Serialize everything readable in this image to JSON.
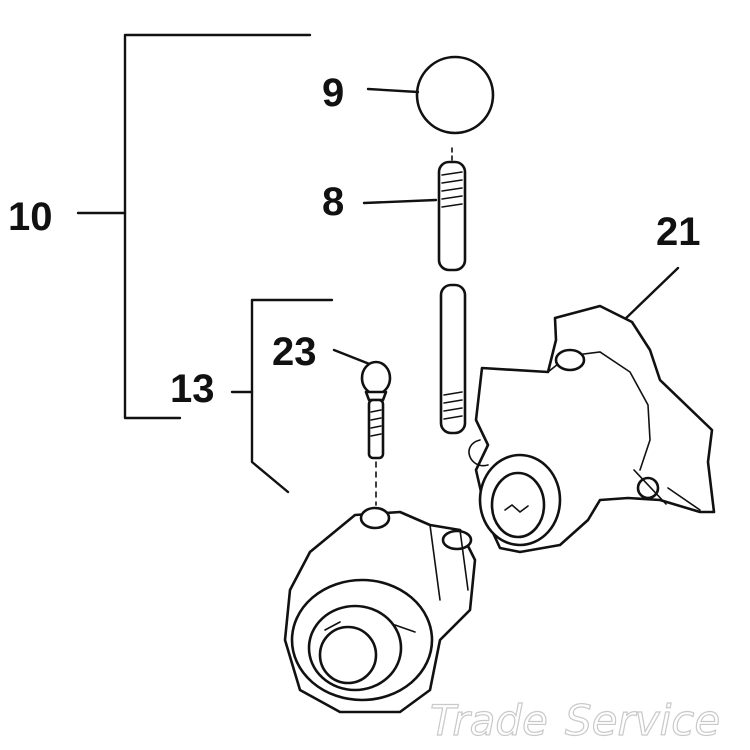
{
  "callouts": {
    "c9": "9",
    "c8": "8",
    "c10": "10",
    "c21": "21",
    "c23": "23",
    "c13": "13"
  },
  "watermark": {
    "word1": "Trade",
    "word2": "Service"
  },
  "colors": {
    "ink": "#111111",
    "paper": "#ffffff",
    "watermark": "#c9c9c9"
  }
}
